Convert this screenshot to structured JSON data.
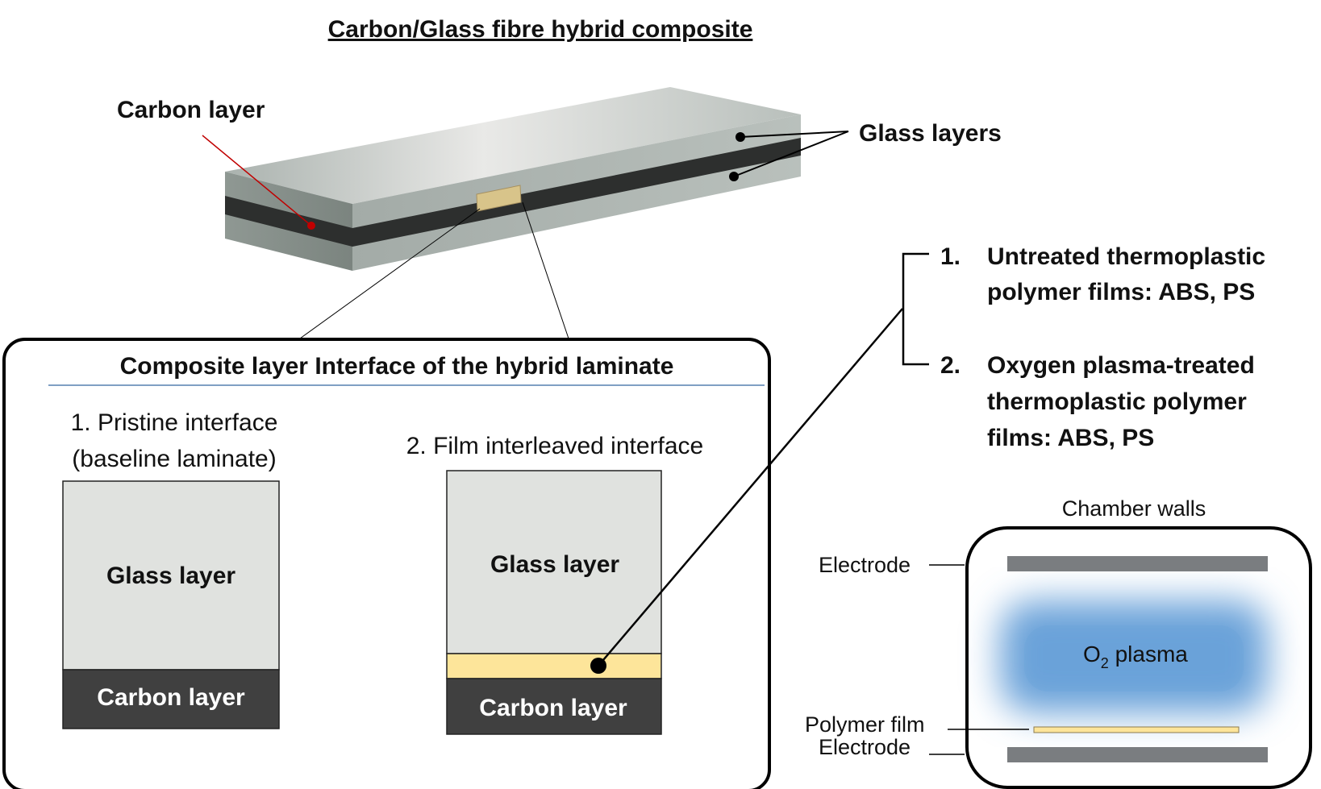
{
  "title": "Carbon/Glass fibre hybrid composite",
  "laminate": {
    "carbon_label": "Carbon layer",
    "glass_label": "Glass layers"
  },
  "interface_box": {
    "title": "Composite layer Interface of the hybrid laminate",
    "pristine": {
      "caption_line1": "1. Pristine interface",
      "caption_line2": "(baseline laminate)",
      "glass": "Glass layer",
      "carbon": "Carbon layer"
    },
    "film": {
      "caption": "2. Film interleaved interface",
      "glass": "Glass layer",
      "carbon": "Carbon layer"
    }
  },
  "film_types": {
    "item1_num": "1.",
    "item1_line1": "Untreated thermoplastic",
    "item1_line2": "polymer films: ABS, PS",
    "item2_num": "2.",
    "item2_line1": "Oxygen plasma-treated",
    "item2_line2": "thermoplastic polymer",
    "item2_line3": "films: ABS, PS"
  },
  "plasma_chamber": {
    "walls_label": "Chamber walls",
    "electrode_top": "Electrode",
    "plasma_o": "O",
    "plasma_sub": "2",
    "plasma_rest": " plasma",
    "film_label": "Polymer film",
    "electrode_bottom": "Electrode"
  },
  "colors": {
    "glass": "#e0e2df",
    "carbon": "#404040",
    "film": "#fde59a",
    "plasma": "#6aa2d9",
    "electrode": "#7a7d80",
    "leader_red": "#c00000"
  }
}
